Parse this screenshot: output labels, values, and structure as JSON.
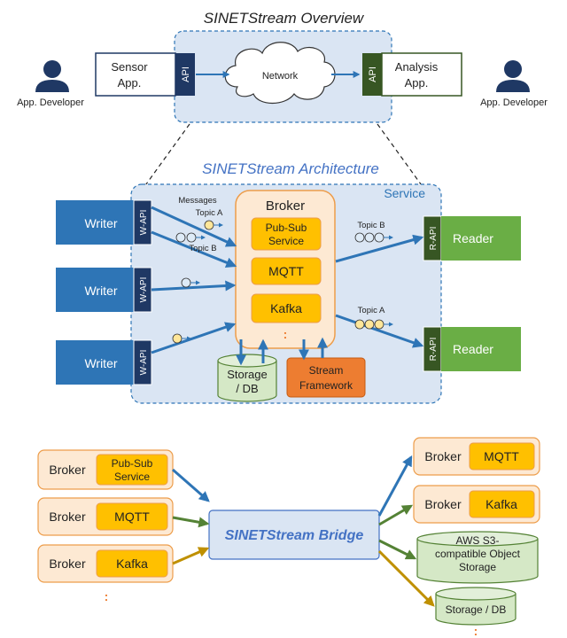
{
  "overview": {
    "title": "SINETStream Overview",
    "developer_left": "App. Developer",
    "developer_right": "App. Developer",
    "sensor_app": [
      "Sensor",
      "App."
    ],
    "analysis_app": [
      "Analysis",
      "App."
    ],
    "api_label": "API",
    "network_label": "Network"
  },
  "architecture": {
    "title": "SINETStream Architecture",
    "service_label": "Service",
    "writers": [
      "Writer",
      "Writer",
      "Writer"
    ],
    "w_api_label": "W-API",
    "readers": [
      "Reader",
      "Reader"
    ],
    "r_api_label": "R-API",
    "messages_label": "Messages",
    "topic_a_label": "Topic A",
    "topic_b_label": "Topic B",
    "broker_title": "Broker",
    "broker_items": [
      [
        "Pub-Sub",
        "Service"
      ],
      [
        "MQTT"
      ],
      [
        "Kafka"
      ]
    ],
    "storage_label": [
      "Storage",
      "/ DB"
    ],
    "stream_framework_label": [
      "Stream",
      "Framework"
    ],
    "ellipsis": ":"
  },
  "bridge": {
    "title": "SINETStream Bridge",
    "left_brokers": [
      {
        "label": "Broker",
        "service": [
          "Pub-Sub",
          "Service"
        ]
      },
      {
        "label": "Broker",
        "service": [
          "MQTT"
        ]
      },
      {
        "label": "Broker",
        "service": [
          "Kafka"
        ]
      }
    ],
    "right_brokers": [
      {
        "label": "Broker",
        "service": [
          "MQTT"
        ]
      },
      {
        "label": "Broker",
        "service": [
          "Kafka"
        ]
      }
    ],
    "aws_label": [
      "AWS S3-",
      "compatible Object",
      "Storage"
    ],
    "storage_db_label": "Storage / DB",
    "ellipsis": ":"
  },
  "colors": {
    "writer_blue": "#2e75b6",
    "api_navy": "#1f3864",
    "reader_green": "#6aae45",
    "api_darkgreen": "#375623",
    "service_bg": "#dae5f3",
    "broker_bg": "#fde9d3",
    "broker_border": "#ed9d4b",
    "service_yellow": "#ffc000",
    "storage_green": "#d5e8c6",
    "stream_orange": "#ed7d31",
    "bridge_blue": "#4472c4",
    "arrow_blue": "#2e75b6",
    "arrow_green": "#548235",
    "arrow_gold": "#bf9000"
  }
}
